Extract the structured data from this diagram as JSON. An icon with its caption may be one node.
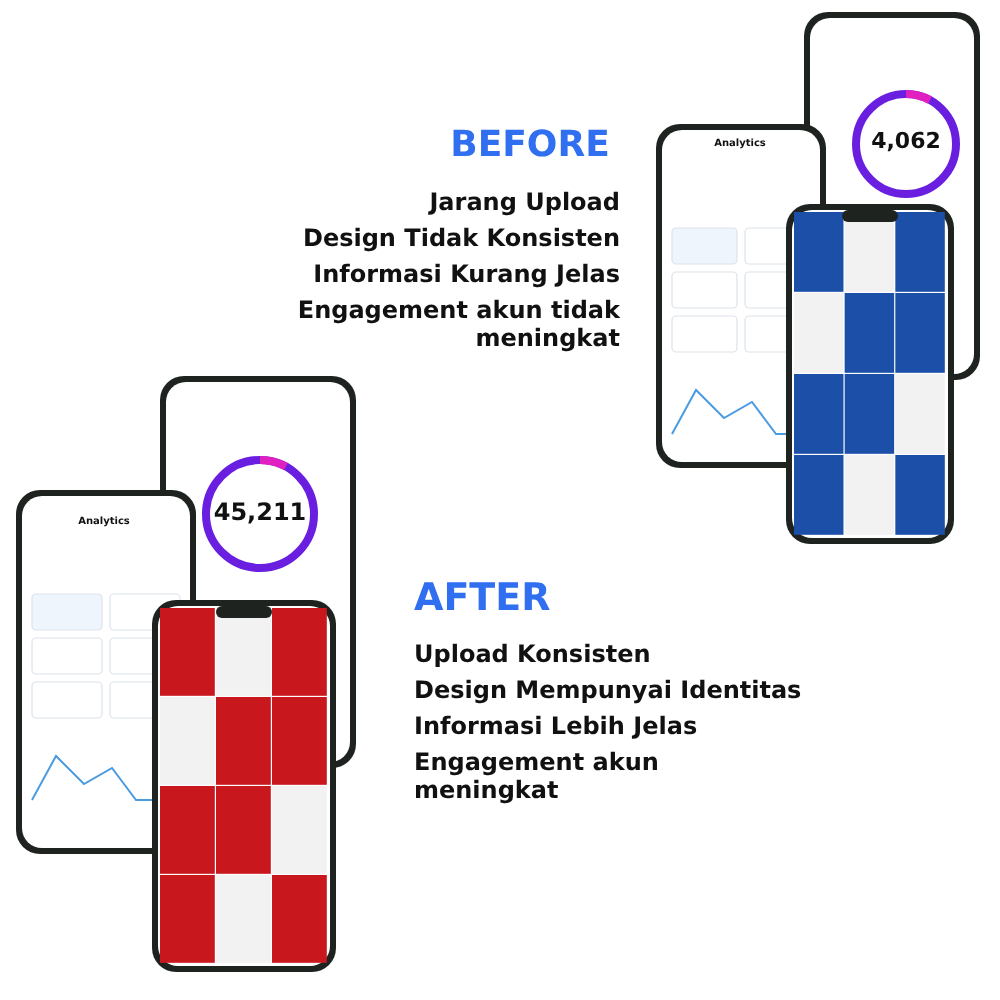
{
  "diagram": {
    "labels": [
      "4,062",
      "BEFORE",
      "Analytics",
      "Jarang Upload",
      "Design Tidak Konsisten",
      "Informasi Kurang Jelas",
      "Engagement akun tidak meningkat",
      "45,211",
      "Analytics",
      "AFTER",
      "Upload Konsisten",
      "Design Mempunyai Identitas",
      "Informasi Lebih Jelas",
      "Engagement akun meningkat"
    ]
  }
}
